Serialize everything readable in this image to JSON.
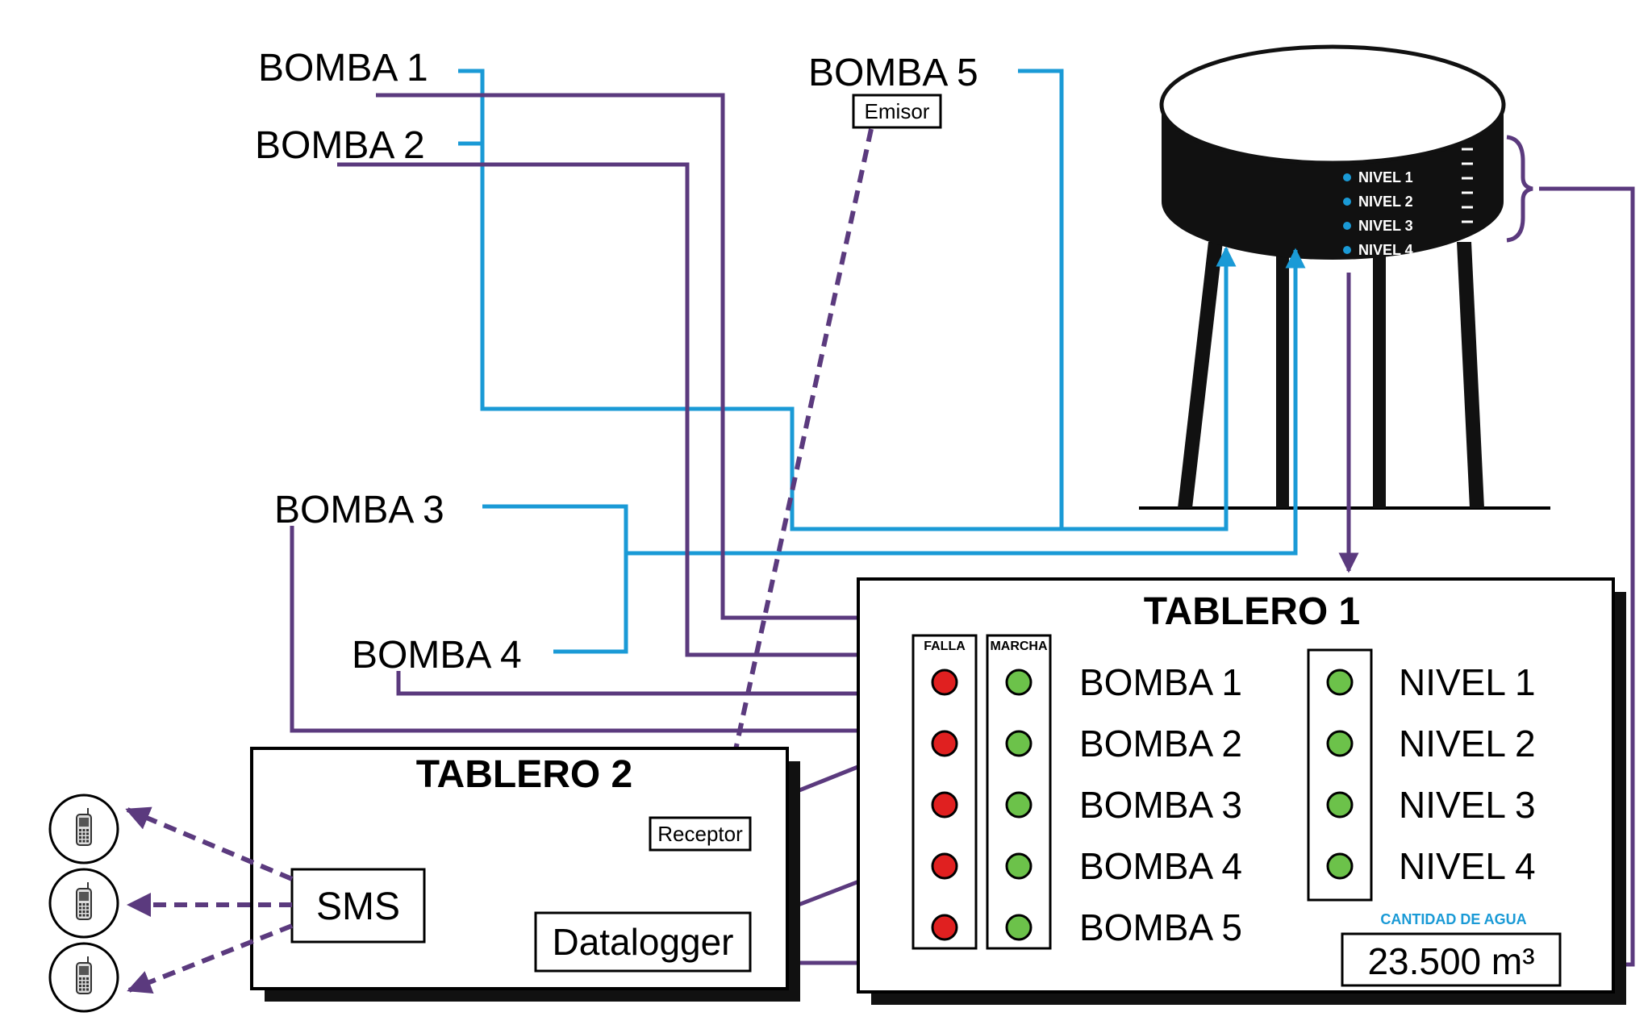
{
  "field_labels": {
    "bomba1": "BOMBA 1",
    "bomba2": "BOMBA 2",
    "bomba3": "BOMBA 3",
    "bomba4": "BOMBA 4",
    "bomba5": "BOMBA 5",
    "emisor": "Emisor"
  },
  "tank": {
    "levels": [
      "NIVEL 1",
      "NIVEL 2",
      "NIVEL 3",
      "NIVEL 4"
    ],
    "level_dot_color": "#1a9ad6"
  },
  "tablero1": {
    "title": "TABLERO 1",
    "falla_header": "FALLA",
    "marcha_header": "MARCHA",
    "pumps": [
      "BOMBA 1",
      "BOMBA 2",
      "BOMBA 3",
      "BOMBA 4",
      "BOMBA 5"
    ],
    "levels": [
      "NIVEL 1",
      "NIVEL 2",
      "NIVEL 3",
      "NIVEL 4"
    ],
    "water_label": "CANTIDAD DE AGUA",
    "water_value": "23.500 m³",
    "falla_color": "#e02020",
    "marcha_color": "#6cc24a"
  },
  "tablero2": {
    "title": "TABLERO 2",
    "receptor": "Receptor",
    "datalogger": "Datalogger",
    "sms": "SMS"
  },
  "phones": [
    "phone-icon",
    "phone-icon",
    "phone-icon"
  ],
  "colors": {
    "water_pipe": "#1a9ad6",
    "signal_line": "#5b3a7e"
  }
}
